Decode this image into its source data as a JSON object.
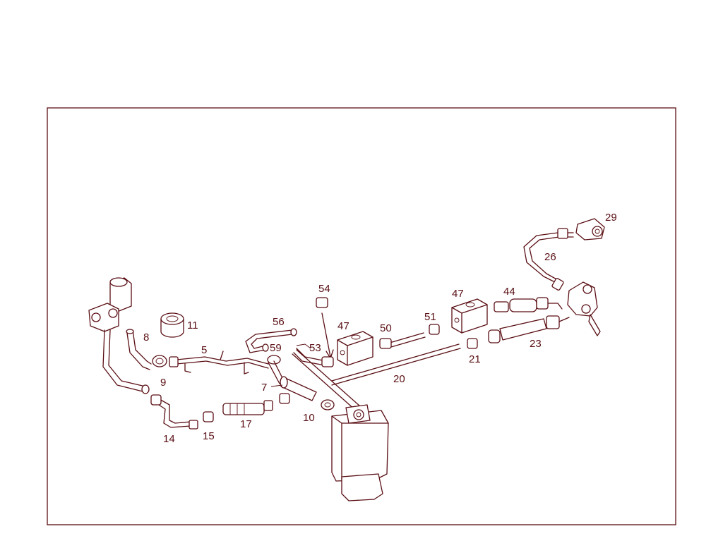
{
  "diagram": {
    "line_color": "#5a0f14",
    "background": "#ffffff",
    "part_labels": [
      "29",
      "26",
      "54",
      "47",
      "44",
      "47",
      "56",
      "51",
      "11",
      "8",
      "5",
      "59",
      "53",
      "50",
      "23",
      "21",
      "9",
      "7",
      "20",
      "10",
      "14",
      "15",
      "17"
    ]
  }
}
